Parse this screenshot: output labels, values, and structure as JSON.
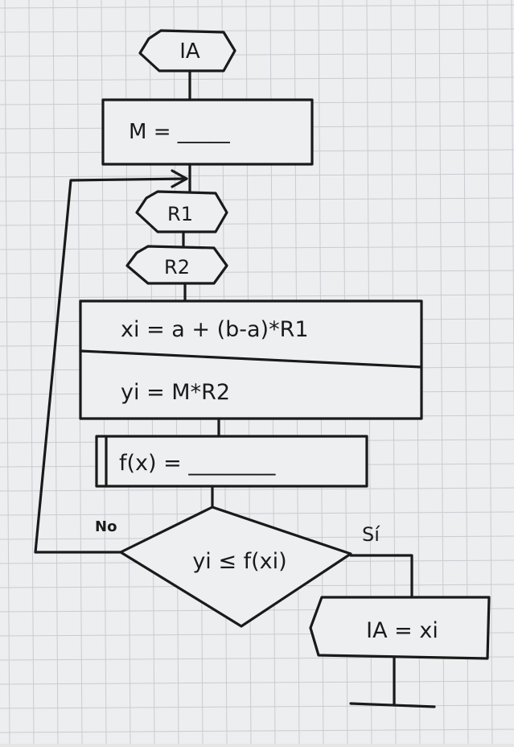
{
  "diagram": {
    "start_label": "IA",
    "assign_m": "M = _____",
    "random_1": "R1",
    "random_2": "R2",
    "assign_x": "xi = a + (b-a)*R1",
    "assign_y": "yi = M*R2",
    "assign_f": "f(x) = ________",
    "decision": "yi ≤ f(xi)",
    "no_label": "No",
    "yes_label": "Sí",
    "result": "IA = xi"
  },
  "colors": {
    "ink": "#1a1a1a",
    "paper": "#eeeff0",
    "grid": "#c9ccd1"
  }
}
